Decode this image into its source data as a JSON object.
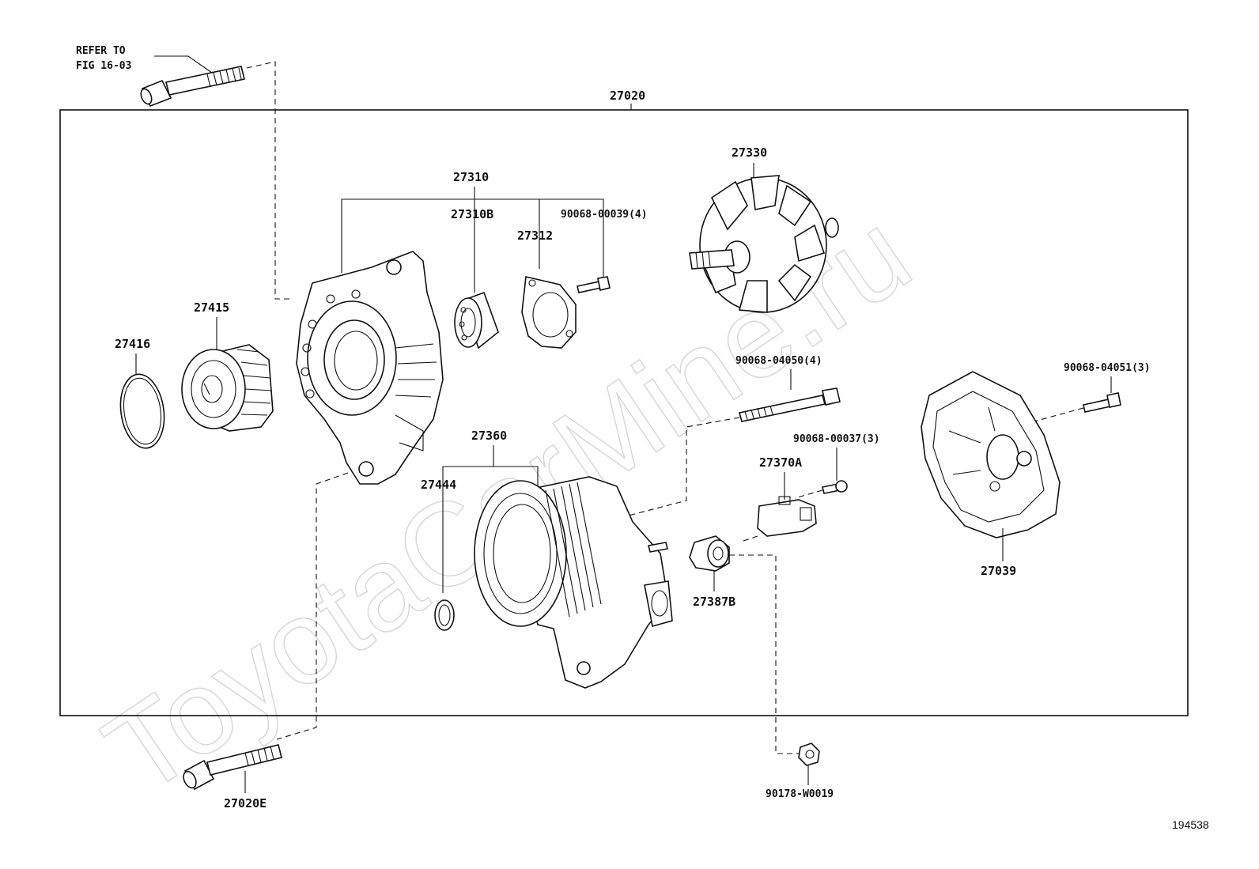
{
  "watermark": "ToyotaCarMine.ru",
  "figure_number": "194538",
  "reference_note": {
    "line1": "REFER TO",
    "line2": "FIG 16-03"
  },
  "assembly_label": "27020",
  "parts": {
    "p27310": "27310",
    "p27310B": "27310B",
    "p27312": "27312",
    "p90068_00039": "90068-00039(4)",
    "p27330": "27330",
    "p27415": "27415",
    "p27416": "27416",
    "p90068_04050": "90068-04050(4)",
    "p90068_04051": "90068-04051(3)",
    "p90068_00037": "90068-00037(3)",
    "p27370A": "27370A",
    "p27360": "27360",
    "p27444": "27444",
    "p27387B": "27387B",
    "p27039": "27039",
    "p27020E": "27020E",
    "p90178_W0019": "90178-W0019"
  }
}
